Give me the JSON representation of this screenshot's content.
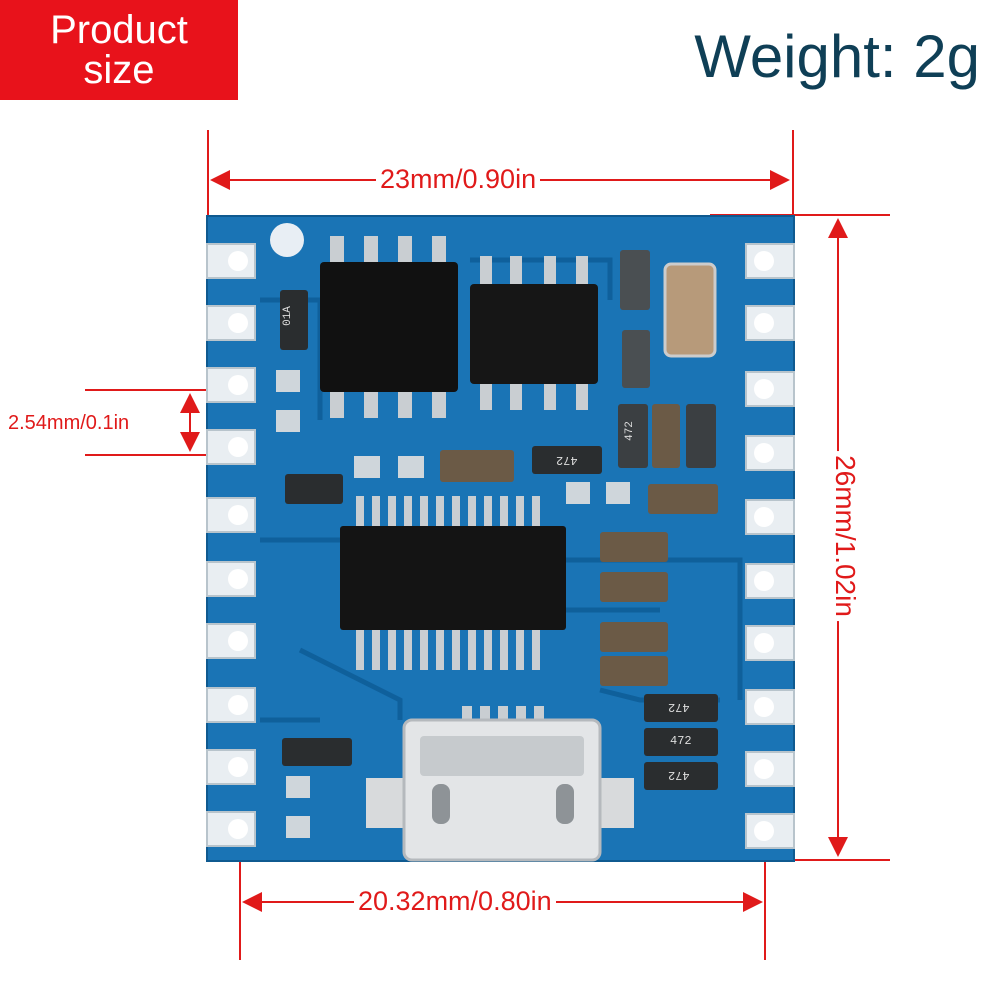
{
  "badge": {
    "line1": "Product",
    "line2": "size"
  },
  "weight": "Weight: 2g",
  "dimensions": {
    "top_width": "23mm/0.90in",
    "bottom_width": "20.32mm/0.80in",
    "height": "26mm/1.02in",
    "pin_pitch": "2.54mm/0.1in"
  },
  "chips": {
    "r1": "01A",
    "r2": "472",
    "r3": "472",
    "r4": "472",
    "r5": "472",
    "r6": "472"
  },
  "colors": {
    "accent": "#e01a1a",
    "badge": "#e8121b",
    "pcb": "#1a74b5",
    "weight_text": "#0f3f56"
  }
}
